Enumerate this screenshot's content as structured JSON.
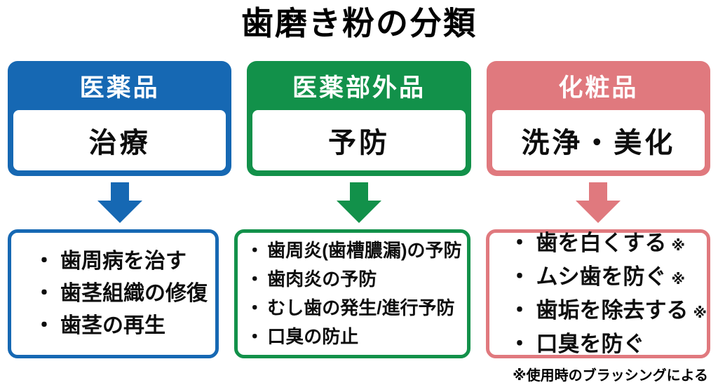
{
  "title": "歯磨き粉の分類",
  "bullet": "・",
  "footnote": "※使用時のブラッシングによる",
  "columns": [
    {
      "name": "医薬品",
      "category": "治療",
      "color": "#1668b3",
      "items": [
        {
          "text": "歯周病を治す",
          "note": ""
        },
        {
          "text": "歯茎組織の修復",
          "note": ""
        },
        {
          "text": "歯茎の再生",
          "note": ""
        }
      ]
    },
    {
      "name": "医薬部外品",
      "category": "予防",
      "color": "#12914a",
      "items": [
        {
          "text": "歯周炎(歯槽膿漏)の予防",
          "note": ""
        },
        {
          "text": "歯肉炎の予防",
          "note": ""
        },
        {
          "text": "むし歯の発生/進行予防",
          "note": ""
        },
        {
          "text": "口臭の防止",
          "note": ""
        }
      ]
    },
    {
      "name": "化粧品",
      "category": "洗浄・美化",
      "color": "#e0797e",
      "items": [
        {
          "text": "歯を白くする",
          "note": "※"
        },
        {
          "text": "ムシ歯を防ぐ",
          "note": "※"
        },
        {
          "text": "歯垢を除去する",
          "note": "※"
        },
        {
          "text": "口臭を防ぐ",
          "note": ""
        }
      ]
    }
  ]
}
